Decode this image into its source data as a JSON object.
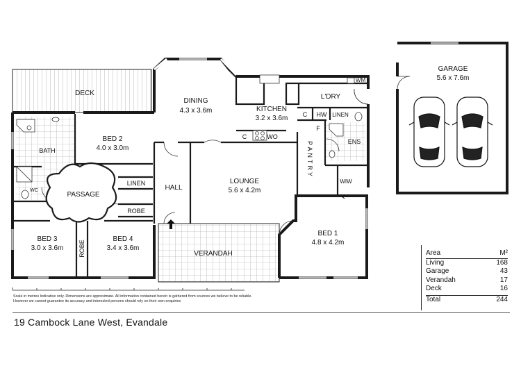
{
  "rooms": {
    "deck": "DECK",
    "dining": "DINING",
    "dining_size": "4.3 x 3.6m",
    "kitchen": "KITCHEN",
    "kitchen_size": "3.2 x 3.6m",
    "laundry": "L'DRY",
    "wm": "WM",
    "c1": "C",
    "hw": "HW",
    "linen_ens": "LINEN",
    "bath": "BATH",
    "bed2": "BED 2",
    "bed2_size": "4.0 x 3.0m",
    "wc": "WC",
    "passage": "PASSAGE",
    "linen": "LINEN",
    "robe": "ROBE",
    "hall": "HALL",
    "lounge": "LOUNGE",
    "lounge_size": "5.6 x 4.2m",
    "c2": "C",
    "wo": "WO",
    "pantry": "PANTRY",
    "f": "F",
    "ens": "ENS",
    "wiw": "WIW",
    "bed3": "BED 3",
    "bed3_size": "3.0 x 3.6m",
    "robe_v": "ROBE",
    "bed4": "BED 4",
    "bed4_size": "3.4 x 3.6m",
    "verandah": "VERANDAH",
    "bed1": "BED 1",
    "bed1_size": "4.8 x 4.2m",
    "garage": "GARAGE",
    "garage_size": "5.6 x 7.6m"
  },
  "area_table": {
    "header_left": "Area",
    "header_right": "M²",
    "rows": [
      {
        "label": "Living",
        "value": "168"
      },
      {
        "label": "Garage",
        "value": "43"
      },
      {
        "label": "Verandah",
        "value": "17"
      },
      {
        "label": "Deck",
        "value": "16"
      }
    ],
    "total_label": "Total",
    "total_value": "244"
  },
  "disclaimer": "Scale in metres Indicative only. Dimensions are approximate. All information contained herein is gathered from sources we believe to be reliable. However we cannot guarantee its accuracy and interested persons should rely on their own enquiries",
  "address": "19 Cambock Lane West, Evandale"
}
